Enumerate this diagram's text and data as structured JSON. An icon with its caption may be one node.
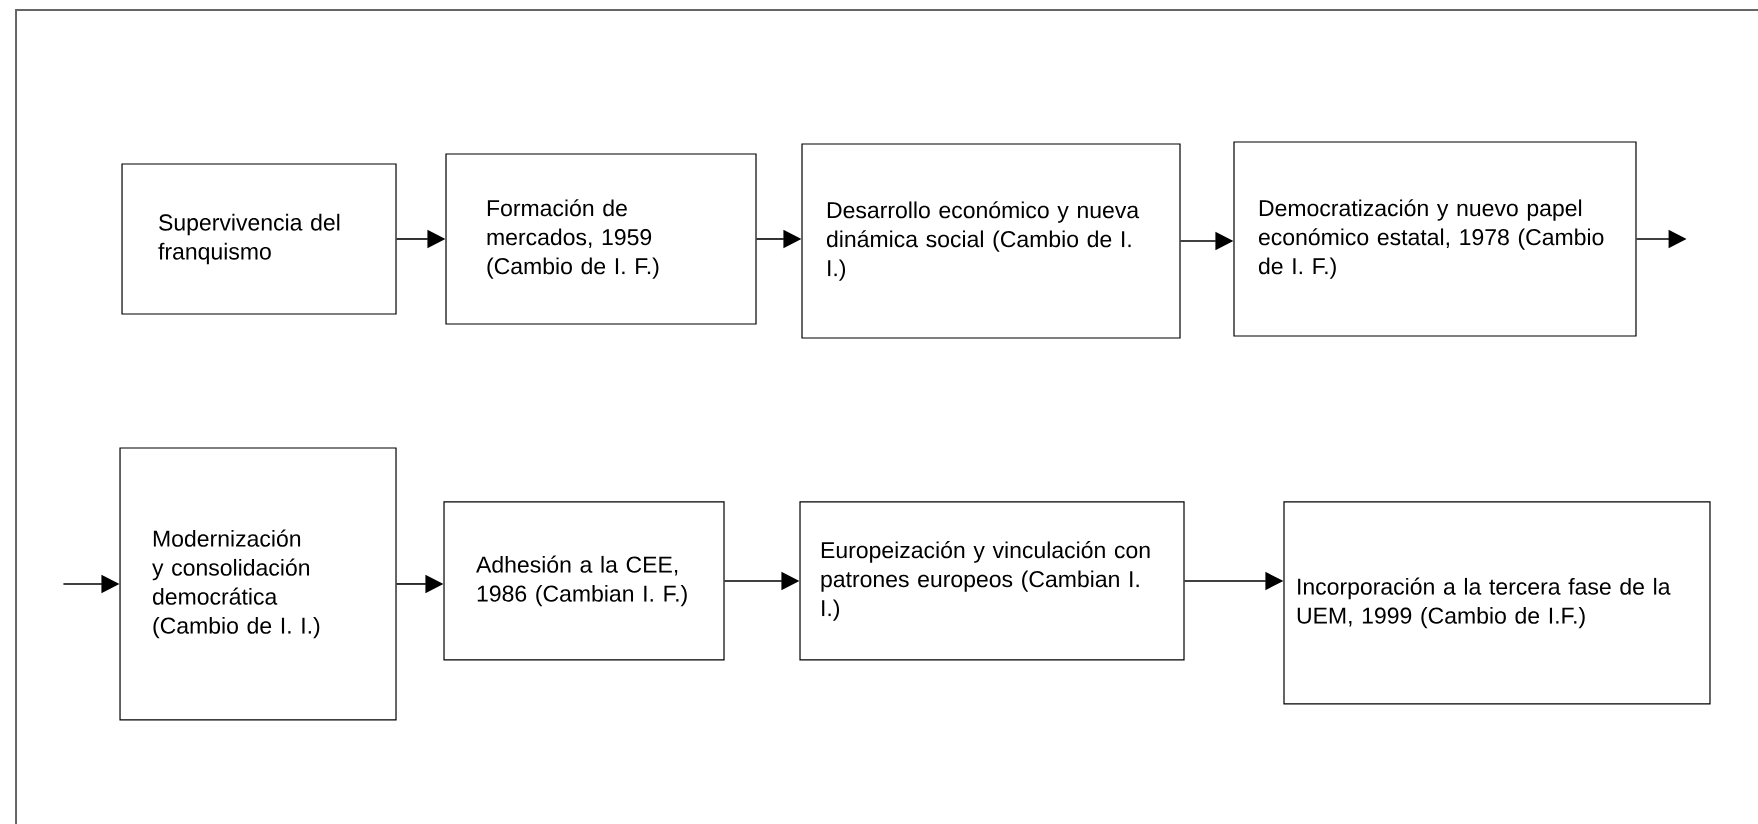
{
  "diagram": {
    "nodes": [
      {
        "text": [
          "Supervivencia del franquismo"
        ]
      },
      {
        "text": [
          "Formación de mercados, 1959 (Cambio de I. F.)"
        ]
      },
      {
        "text": [
          "Desarrollo económico y nueva dinámica social (Cambio de I. I.)"
        ]
      },
      {
        "text": [
          "Democratización y nuevo papel económico estatal, 1978 (Cambio de I. F.)"
        ]
      },
      {
        "text": [
          "Modernización y consolidación democrática (Cambio de I. I.)"
        ]
      },
      {
        "text": [
          "Adhesión a la CEE, 1986 (Cambian I. F.)"
        ]
      },
      {
        "text": [
          "Europeización y vinculación con patrones europeos (Cambian I. I.)"
        ]
      },
      {
        "text": [
          "Incorporación a la tercera fase de la UEM, 1999 (Cambio de I.F.)"
        ]
      }
    ],
    "edges": [
      {
        "from": 0,
        "to": 1,
        "arrow": "to"
      },
      {
        "from": 1,
        "to": 2,
        "arrow": "to"
      },
      {
        "from": 2,
        "to": 3,
        "arrow": "to"
      },
      {
        "from": 3,
        "to": null,
        "arrow": "to"
      },
      {
        "from": null,
        "to": 4,
        "arrow": "to"
      },
      {
        "from": 4,
        "to": 5,
        "arrow": "to"
      },
      {
        "from": 5,
        "to": 6,
        "arrow": "to"
      },
      {
        "from": 6,
        "to": 7,
        "arrow": "to"
      }
    ]
  }
}
